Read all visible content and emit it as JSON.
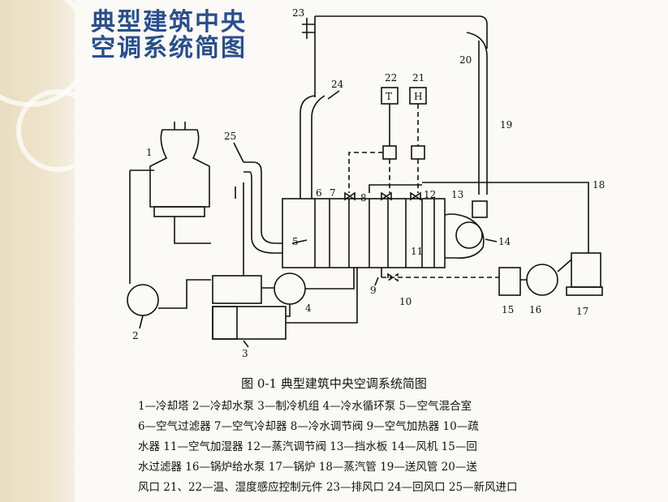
{
  "title": {
    "line1": "典型建筑中央",
    "line2": "空调系统简图"
  },
  "figure": {
    "caption": "图 0-1   典型建筑中央空调系统简图",
    "legend_lines": [
      "1—冷却塔  2—冷却水泵  3—制冷机组  4—冷水循环泵  5—空气混合室",
      "6—空气过滤器  7—空气冷却器  8—冷水调节阀  9—空气加热器  10—疏",
      "水器  11—空气加湿器  12—蒸汽调节阀  13—挡水板  14—风机  15—回",
      "水过滤器  16—锅炉给水泵  17—锅炉  18—蒸汽管  19—送风管  20—送",
      "风口  21、22—温、湿度感应控制元件  23—排风口  24—回风口  25—新风进口"
    ],
    "numbers": [
      "1",
      "2",
      "3",
      "4",
      "5",
      "6",
      "7",
      "8",
      "9",
      "10",
      "11",
      "12",
      "13",
      "14",
      "15",
      "16",
      "17",
      "18",
      "19",
      "20",
      "21",
      "22",
      "23",
      "24",
      "25"
    ],
    "sensor_T": "T",
    "sensor_H": "H"
  }
}
